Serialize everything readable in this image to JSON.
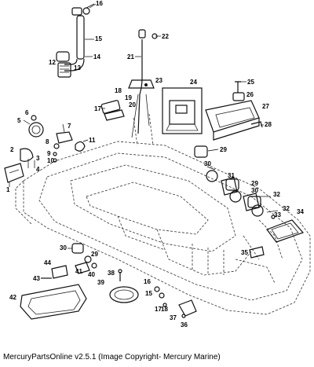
{
  "footer": "MercuryPartsOnline v2.5.1 (Image Copyright- Mercury Marine)",
  "callouts": [
    "16",
    "22",
    "15",
    "12",
    "14",
    "13",
    "21",
    "25",
    "24",
    "23",
    "26",
    "18",
    "19",
    "27",
    "20",
    "17",
    "6",
    "28",
    "7",
    "5",
    "8",
    "11",
    "2",
    "9",
    "29",
    "10",
    "30",
    "3",
    "31",
    "4",
    "29",
    "32",
    "1",
    "30",
    "31",
    "32",
    "33",
    "34",
    "35",
    "30",
    "29",
    "44",
    "41",
    "40",
    "38",
    "43",
    "16",
    "15",
    "42",
    "39",
    "37",
    "17",
    "18",
    "36"
  ]
}
